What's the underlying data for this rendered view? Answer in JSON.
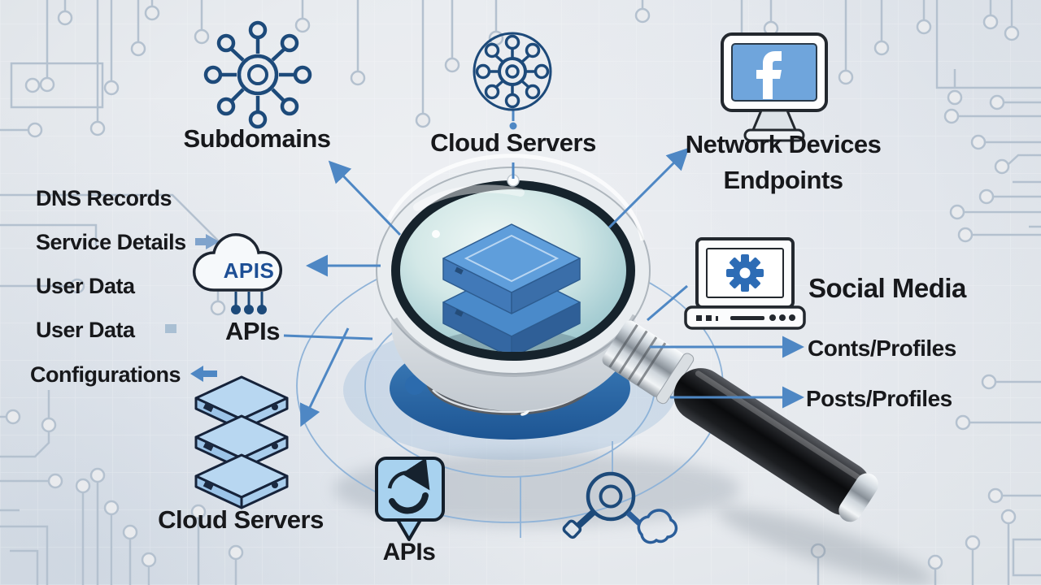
{
  "diagram": {
    "nodes": {
      "subdomains": {
        "label": "Subdomains",
        "icon": "hub-network-icon"
      },
      "cloud_servers_top": {
        "label": "Cloud Servers",
        "icon": "globe-network-icon"
      },
      "network_devices": {
        "label_line1": "Network Devices",
        "label_line2": "Endpoints",
        "icon": "monitor-facebook-icon"
      },
      "social_media": {
        "label": "Social Media",
        "icon": "laptop-gear-icon"
      },
      "apis_left": {
        "label": "APIs",
        "cloud_text": "APIS",
        "icon": "cloud-icon"
      },
      "cloud_servers_bottom": {
        "label": "Cloud Servers",
        "icon": "server-stack-icon"
      },
      "apis_bottom": {
        "label": "APIs",
        "icon": "chat-sync-icon"
      }
    },
    "left_list": {
      "items": [
        "DNS Records",
        "Service Details",
        "User Data",
        "User Data",
        "Configurations"
      ]
    },
    "right_list": {
      "conts_profiles": "Conts/Profiles",
      "posts_profiles": "Posts/Profiles"
    },
    "colors": {
      "background": "#e9ebee",
      "arrow_accent": "#4e87c4",
      "icon_navy": "#1d4a7a",
      "icon_light_blue": "#a8d0ee",
      "screen_blue": "#6fa5dc",
      "base_blue": "#2e6dab",
      "glass_teal": "#bcd9dc",
      "handle_black": "#0c0d0f",
      "trace_gray": "#b4c1cf",
      "text": "#17181b"
    }
  }
}
